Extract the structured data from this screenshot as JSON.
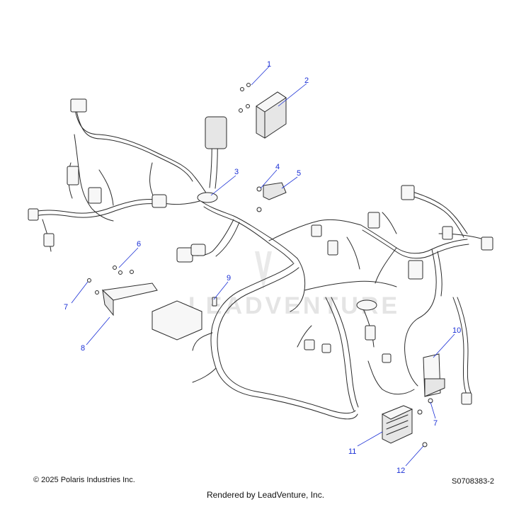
{
  "watermark": {
    "text": "LEADVENTURE"
  },
  "callouts": [
    {
      "label": "1"
    },
    {
      "label": "2"
    },
    {
      "label": "3"
    },
    {
      "label": "4"
    },
    {
      "label": "5"
    },
    {
      "label": "6"
    },
    {
      "label": "7"
    },
    {
      "label": "8"
    },
    {
      "label": "9"
    },
    {
      "label": "10"
    },
    {
      "label": "7"
    },
    {
      "label": "11"
    },
    {
      "label": "12"
    }
  ],
  "footer": {
    "copyright": "© 2025 Polaris Industries Inc.",
    "diagram_id": "S0708383-2",
    "rendered_by": "Rendered by LeadVenture, Inc."
  },
  "colors": {
    "callout": "#1a2fd6",
    "linework": "#2b2b2b",
    "watermark": "#e4e4e4"
  }
}
